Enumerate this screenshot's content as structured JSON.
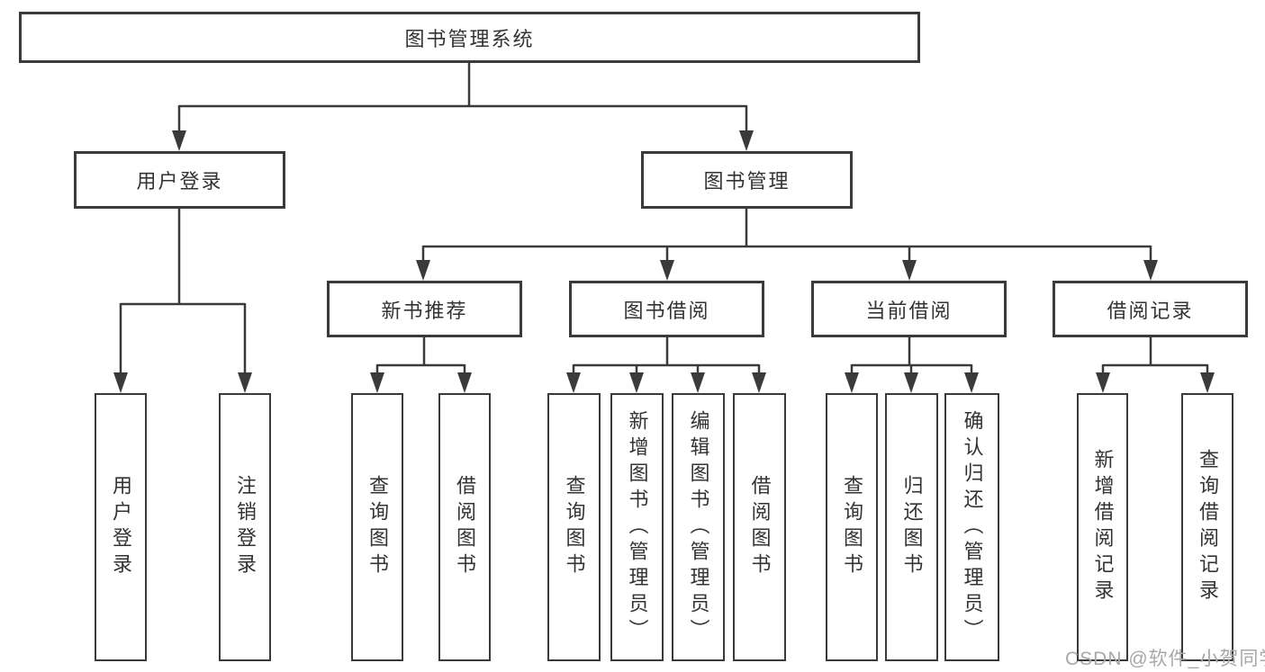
{
  "colors": {
    "line": "#3a3a3a",
    "box_border": "#3a3a3a",
    "text": "#333333",
    "watermark": "#a8a8a8",
    "background": "#ffffff"
  },
  "tree": {
    "root": "图书管理系统",
    "branches": [
      {
        "label": "用户登录",
        "children": [
          "用户登录",
          "注销登录"
        ]
      },
      {
        "label": "图书管理",
        "sections": [
          {
            "label": "新书推荐",
            "children": [
              "查询图书",
              "借阅图书"
            ]
          },
          {
            "label": "图书借阅",
            "children": [
              "查询图书",
              "新增图书（管理员）",
              "编辑图书（管理员）",
              "借阅图书"
            ]
          },
          {
            "label": "当前借阅",
            "children": [
              "查询图书",
              "归还图书",
              "确认归还（管理员）"
            ]
          },
          {
            "label": "借阅记录",
            "children": [
              "新增借阅记录",
              "查询借阅记录"
            ]
          }
        ]
      }
    ]
  },
  "watermark": "CSDN @软件_小贺同学"
}
